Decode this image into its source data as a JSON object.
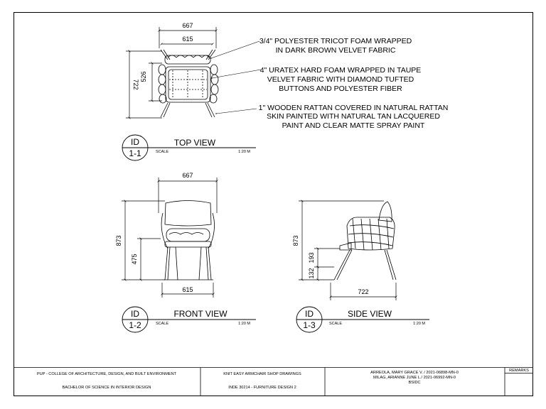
{
  "top_view": {
    "id": "ID",
    "number": "1-1",
    "title": "TOP VIEW",
    "scale_label": "SCALE",
    "scale": "1:20 M",
    "dims": {
      "overall_width": "667",
      "seat_width": "615",
      "depth": "722",
      "seat_depth": "526"
    },
    "notes": [
      [
        "3/4\" POLYESTER TRICOT FOAM WRAPPED",
        "IN DARK BROWN VELVET FABRIC"
      ],
      [
        "4\" URATEX HARD FOAM WRAPPED IN TAUPE",
        "VELVET FABRIC WITH DIAMOND TUFTED",
        "BUTTONS AND POLYESTER FIBER"
      ],
      [
        "1\" WOODEN RATTAN COVERED IN NATURAL RATTAN",
        "SKIN PAINTED WITH NATURAL TAN LACQUERED",
        "PAINT AND CLEAR MATTE SPRAY PAINT"
      ]
    ]
  },
  "front_view": {
    "id": "ID",
    "number": "1-2",
    "title": "FRONT VIEW",
    "scale_label": "SCALE",
    "scale": "1:20 M",
    "dims": {
      "overall_width": "667",
      "base_width": "615",
      "height": "873",
      "seat_height": "475"
    }
  },
  "side_view": {
    "id": "ID",
    "number": "1-3",
    "title": "SIDE VIEW",
    "scale_label": "SCALE",
    "scale": "1:20 M",
    "dims": {
      "height": "873",
      "seat_part": "193",
      "leg_part": "132",
      "depth": "722"
    }
  },
  "title_block": {
    "school": "PUP - COLLEGE OF ARCHITECTURE, DESIGN, AND BUILT ENVIRONMENT",
    "program": "BACHELOR OF SCIENCE IN INTERIOR DESIGN",
    "drawing": "KNIT EASY ARMCHAIR SHOP DRAWINGS",
    "course": "INDE 30214 - FURNITURE DESIGN 2",
    "authors": [
      "ARREOLA, MARY GRACE V. / 2021-06898-MN-0",
      "MILAG, ARIANNE JUNE L./ 2021-06992-MN-0",
      "BSIDC"
    ],
    "remarks": "REMARKS"
  }
}
